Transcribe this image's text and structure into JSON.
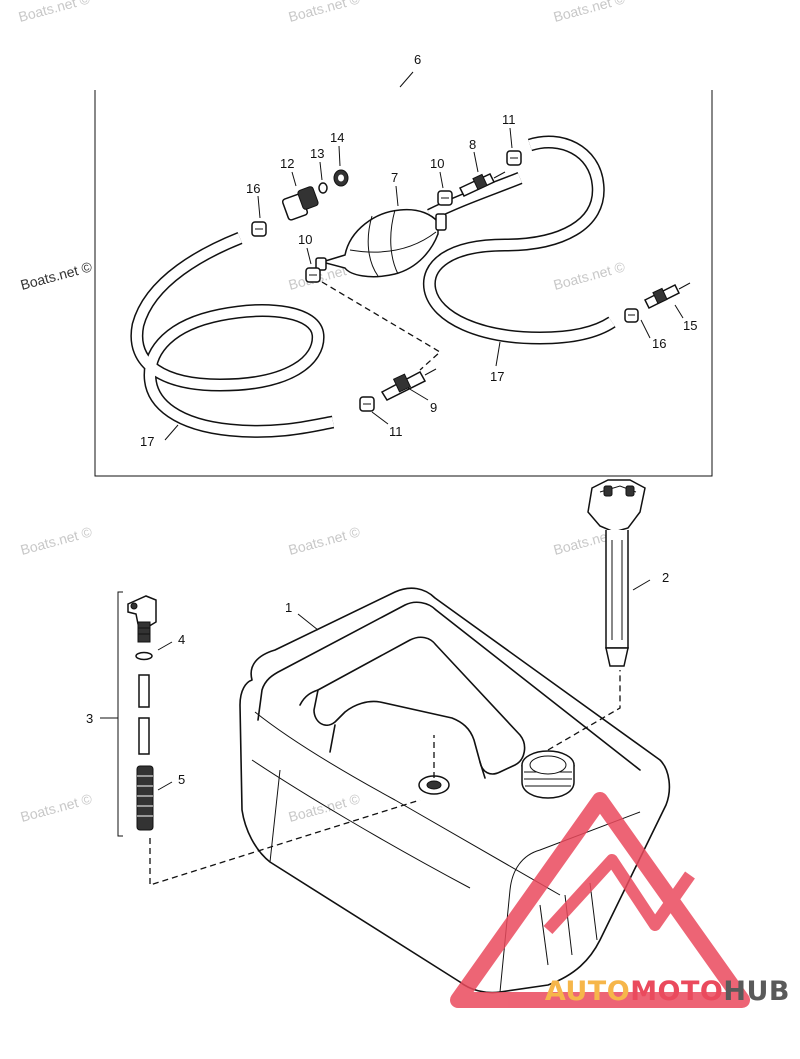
{
  "diagram": {
    "group_labels": {
      "fuel_line_assembly": "6",
      "fuel_tank_pickup": "3"
    },
    "part_labels": {
      "tank": "1",
      "gauge": "2",
      "seal_4": "4",
      "screen_5": "5",
      "bulb": "7",
      "fitting_8": "8",
      "fitting_9": "9",
      "clamp_10a": "10",
      "clamp_10b": "10",
      "clamp_11a": "11",
      "clamp_11b": "11",
      "connector_12": "12",
      "oring_13": "13",
      "washer_14": "14",
      "fitting_15": "15",
      "clamp_16a": "16",
      "clamp_16b": "16",
      "hose_17a": "17",
      "hose_17b": "17"
    }
  },
  "watermarks": [
    "Boats.net ©",
    "Boats.net ©",
    "Boats.net ©",
    "Boats.net ©",
    "Boats.net ©",
    "Boats.net ©",
    "Boats.net ©",
    "Boats.net ©",
    "Boats.net ©",
    "Boats.net ©",
    "Boats.net ©"
  ],
  "logo": {
    "part1": "AUTO",
    "part2": "MOTO",
    "part3": "HUB",
    "colors": {
      "auto": "#f6b64a",
      "moto": "#ea4a5d",
      "hub": "#5a5a5a"
    }
  }
}
